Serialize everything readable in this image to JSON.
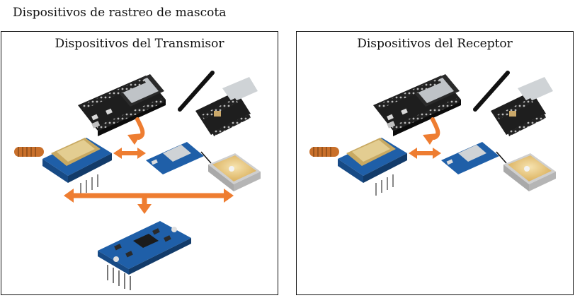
{
  "title": "Dispositivos de rastreo de mascota",
  "panels": {
    "transmitter": {
      "title": "Dispositivos del Transmisor",
      "devices": [
        "esp32-board-icon",
        "lora-board-icon",
        "lora-module-icon",
        "gps-module-icon",
        "gps-antenna-icon",
        "imu-sensor-icon"
      ]
    },
    "receiver": {
      "title": "Dispositivos del Receptor",
      "devices": [
        "esp32-board-icon",
        "lora-board-icon",
        "lora-module-icon",
        "gps-module-icon",
        "gps-antenna-icon"
      ]
    }
  },
  "colors": {
    "arrow": "#ee7d31",
    "pcb_black": "#1e1e1e",
    "pcb_blue": "#1f5fa8",
    "shield_gold": "#c8a962",
    "antenna_copper": "#c9702b",
    "gps_patch": "#e9c676"
  }
}
